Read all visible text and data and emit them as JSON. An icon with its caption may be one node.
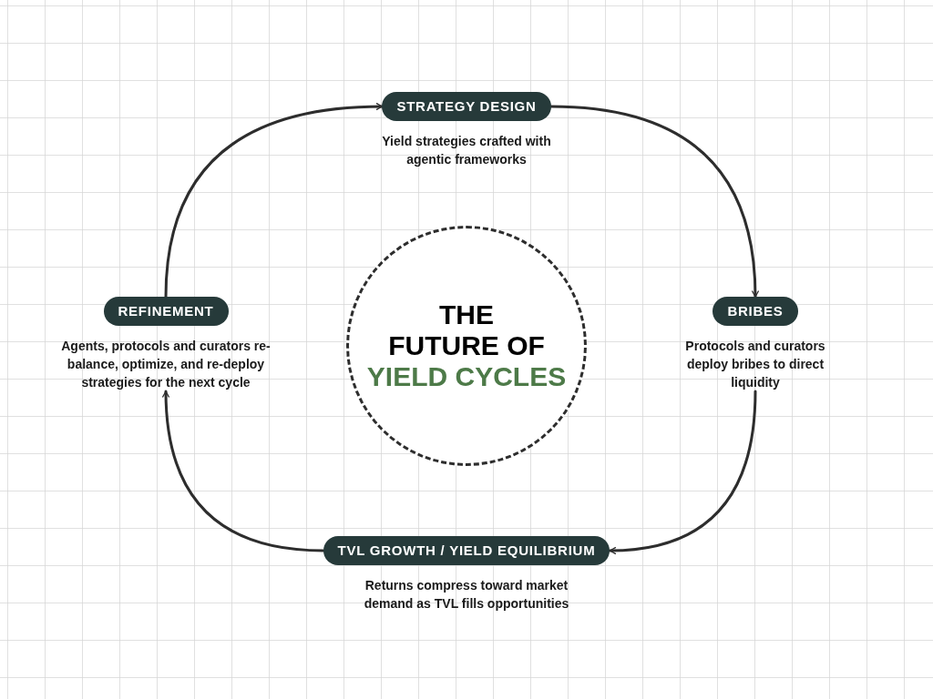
{
  "diagram": {
    "nodes": [
      {
        "text": [
          "THE FUTURE OF",
          "YIELD CYCLES"
        ]
      },
      {
        "text": [
          "STRATEGY DESIGN",
          "Yield strategies crafted with agentic frameworks"
        ]
      },
      {
        "text": [
          "BRIBES",
          "Protocols and curators deploy bribes to direct liquidity"
        ]
      },
      {
        "text": [
          "TVL GROWTH / YIELD EQUILIBRIUM",
          "Returns compress toward market demand as TVL fills opportunities"
        ]
      },
      {
        "text": [
          "REFINEMENT",
          "Agents, protocols and curators re-balance, optimize, and re-deploy strategies for the next cycle"
        ]
      }
    ],
    "edges": [
      {
        "from": 1,
        "to": 2,
        "arrow": "to"
      },
      {
        "from": 2,
        "to": 3,
        "arrow": "to"
      },
      {
        "from": 3,
        "to": 4,
        "arrow": "to"
      },
      {
        "from": 4,
        "to": 1,
        "arrow": "to"
      }
    ]
  }
}
